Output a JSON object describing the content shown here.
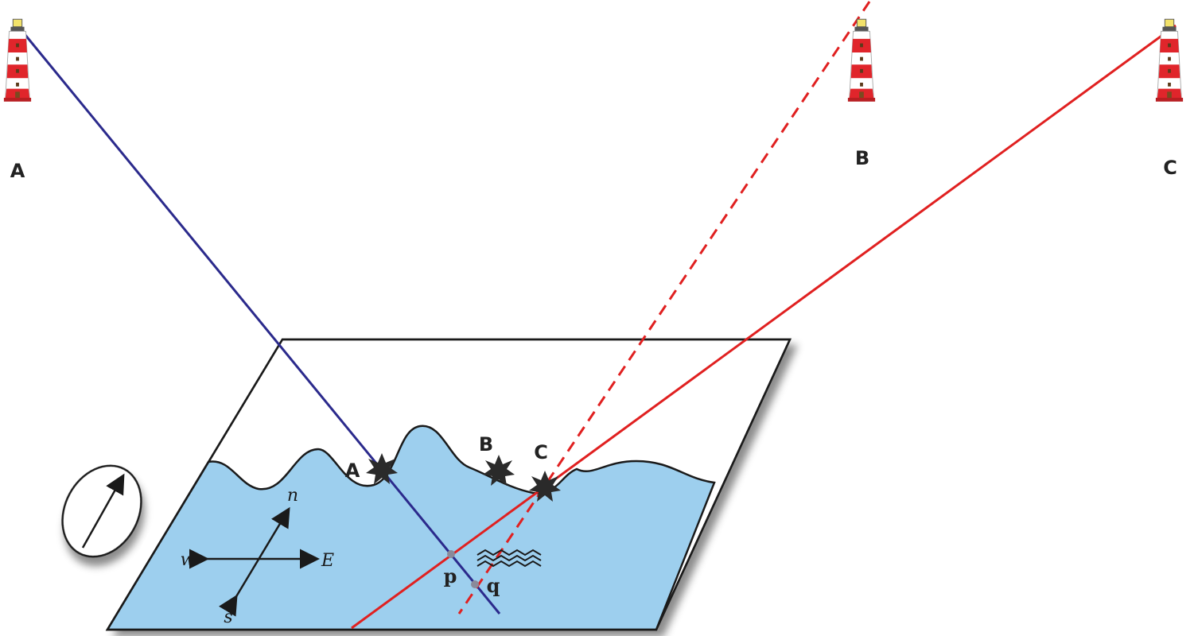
{
  "lighthouses": [
    {
      "id": "A",
      "label": "A"
    },
    {
      "id": "B",
      "label": "B"
    },
    {
      "id": "C",
      "label": "C"
    }
  ],
  "map_landmarks": [
    {
      "id": "A",
      "label": "A"
    },
    {
      "id": "B",
      "label": "B"
    },
    {
      "id": "C",
      "label": "C"
    }
  ],
  "points": {
    "p": "p",
    "q": "q"
  },
  "compass_rose": {
    "north": "n",
    "east": "E",
    "south": "s",
    "west": "w"
  },
  "colors": {
    "sea": "#9dcfee",
    "bearing_A": "#2b2a8c",
    "bearing_B": "#e02020",
    "bearing_C": "#e02020",
    "lighthouse_red": "#e0252b",
    "map_outline": "#1a1a1a"
  },
  "lines": {
    "A": {
      "style": "solid"
    },
    "B": {
      "style": "dashed"
    },
    "C": {
      "style": "solid"
    }
  }
}
